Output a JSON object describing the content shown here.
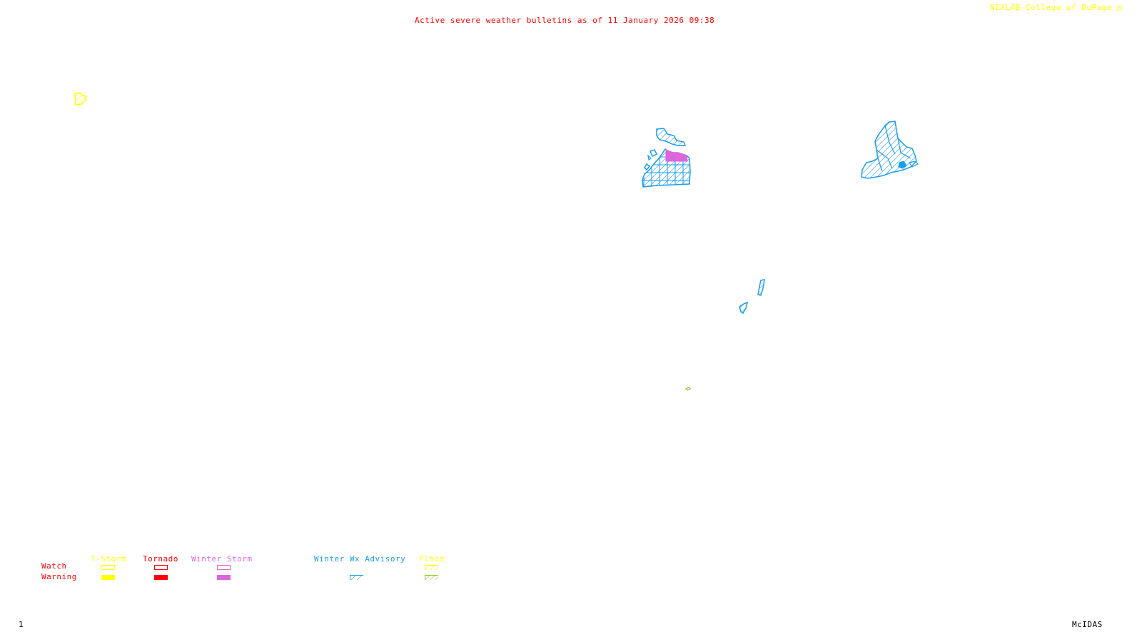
{
  "header": {
    "title": "Active severe weather bulletins as of 11 January 2026 09:38",
    "credit": "NEXLAB-College of DuPage"
  },
  "footer": {
    "frame_number": "1",
    "software": "McIDAS"
  },
  "colors": {
    "tstorm": "#ffff00",
    "tornado": "#ff0000",
    "winter_storm": "#dd66dd",
    "winter_wx_advisory": "#1a9cf0",
    "flood_watch": "#ffff00",
    "flood_warning": "#88cc22",
    "title": "#ff0000"
  },
  "legend": {
    "row_labels": {
      "watch": "Watch",
      "warning": "Warning"
    },
    "categories": [
      {
        "key": "tstorm",
        "label": "T-Storm",
        "watch_style": "outline",
        "warning_style": "solid"
      },
      {
        "key": "tornado",
        "label": "Tornado",
        "watch_style": "outline",
        "warning_style": "solid"
      },
      {
        "key": "winter_storm",
        "label": "Winter Storm",
        "watch_style": "outline",
        "warning_style": "solid"
      },
      {
        "key": "winter_wx_advisory",
        "label": "Winter Wx Advisory",
        "watch_style": "none",
        "warning_style": "hatched"
      },
      {
        "key": "flood",
        "label": "Flood",
        "watch_style": "hatched",
        "warning_style": "hatched"
      }
    ]
  },
  "bulletin_areas": [
    {
      "name": "yellow-tstorm-area-west",
      "type": "T-Storm Watch (hatched)",
      "color": "tstorm"
    },
    {
      "name": "winter-advisory-cluster-central",
      "type": "Winter Wx Advisory",
      "color": "winter_wx_advisory"
    },
    {
      "name": "winter-storm-warning-central",
      "type": "Winter Storm Warning",
      "color": "winter_storm"
    },
    {
      "name": "winter-advisory-cluster-east",
      "type": "Winter Wx Advisory",
      "color": "winter_wx_advisory"
    },
    {
      "name": "winter-advisory-small-south-1",
      "type": "Winter Wx Advisory",
      "color": "winter_wx_advisory"
    },
    {
      "name": "winter-advisory-small-south-2",
      "type": "Winter Wx Advisory",
      "color": "winter_wx_advisory"
    },
    {
      "name": "flood-warning-small",
      "type": "Flood Warning",
      "color": "flood_warning"
    }
  ]
}
